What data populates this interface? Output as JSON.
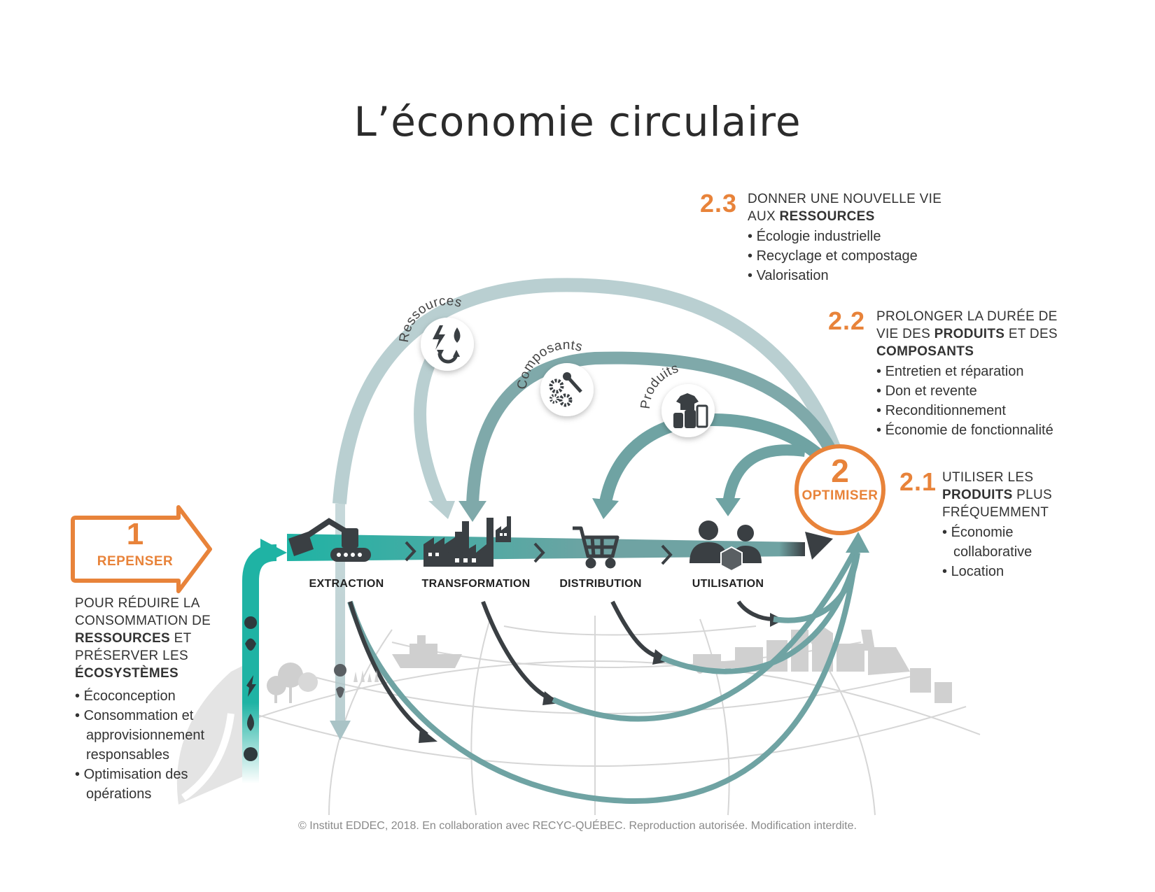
{
  "title": "L’économie circulaire",
  "colors": {
    "orange": "#e8833a",
    "teal": "#6fa3a3",
    "teal_light": "#b9cfd1",
    "teal_bright": "#1fb3a4",
    "dark": "#3a3f43",
    "gray": "#cfcfcf"
  },
  "repenser": {
    "number": "1",
    "label": "REPENSER",
    "heading_lines": [
      {
        "pre": "POUR RÉDUIRE LA",
        "bold": "",
        "post": ""
      },
      {
        "pre": "CONSOMMATION DE",
        "bold": "",
        "post": ""
      },
      {
        "pre": "",
        "bold": "RESSOURCES",
        "post": " ET"
      },
      {
        "pre": "PRÉSERVER LES",
        "bold": "",
        "post": ""
      },
      {
        "pre": "",
        "bold": "ÉCOSYSTÈMES",
        "post": ""
      }
    ],
    "bullets": [
      "Écoconception",
      "Consommation et approvisionnement responsables",
      "Optimisation des opérations"
    ]
  },
  "optimiser": {
    "number": "2",
    "label": "OPTIMISER"
  },
  "section_2_3": {
    "number": "2.3",
    "heading_lines": [
      {
        "pre": "DONNER UNE NOUVELLE VIE",
        "bold": "",
        "post": ""
      },
      {
        "pre": "AUX ",
        "bold": "RESSOURCES",
        "post": ""
      }
    ],
    "bullets": [
      "Écologie industrielle",
      "Recyclage et compostage",
      "Valorisation"
    ]
  },
  "section_2_2": {
    "number": "2.2",
    "heading_lines": [
      {
        "pre": "PROLONGER LA DURÉE DE",
        "bold": "",
        "post": ""
      },
      {
        "pre": "VIE DES ",
        "bold": "PRODUITS",
        "post": " ET DES"
      },
      {
        "pre": "",
        "bold": "COMPOSANTS",
        "post": ""
      }
    ],
    "bullets": [
      "Entretien et réparation",
      "Don et revente",
      "Reconditionnement",
      "Économie de fonctionnalité"
    ]
  },
  "section_2_1": {
    "number": "2.1",
    "heading_lines": [
      {
        "pre": "UTILISER LES",
        "bold": "",
        "post": ""
      },
      {
        "pre": "",
        "bold": "PRODUITS",
        "post": " PLUS"
      },
      {
        "pre": "FRÉQUEMMENT",
        "bold": "",
        "post": ""
      }
    ],
    "bullets": [
      "Économie collaborative",
      "Location"
    ]
  },
  "stages": [
    "EXTRACTION",
    "TRANSFORMATION",
    "DISTRIBUTION",
    "UTILISATION"
  ],
  "loops": {
    "ressources": "Ressources",
    "composants": "Composants",
    "produits": "Produits"
  },
  "icons": {
    "ressources": "energy-water-recycle-icon",
    "composants": "gears-wrench-icon",
    "produits": "shirt-bottle-phone-icon",
    "extraction": "excavator-icon",
    "transformation": "factory-icon",
    "distribution": "shopping-cart-icon",
    "utilisation": "people-box-icon"
  },
  "footer": "© Institut EDDEC, 2018. En collaboration avec RECYC-QUÉBEC. Reproduction autorisée. Modification interdite."
}
